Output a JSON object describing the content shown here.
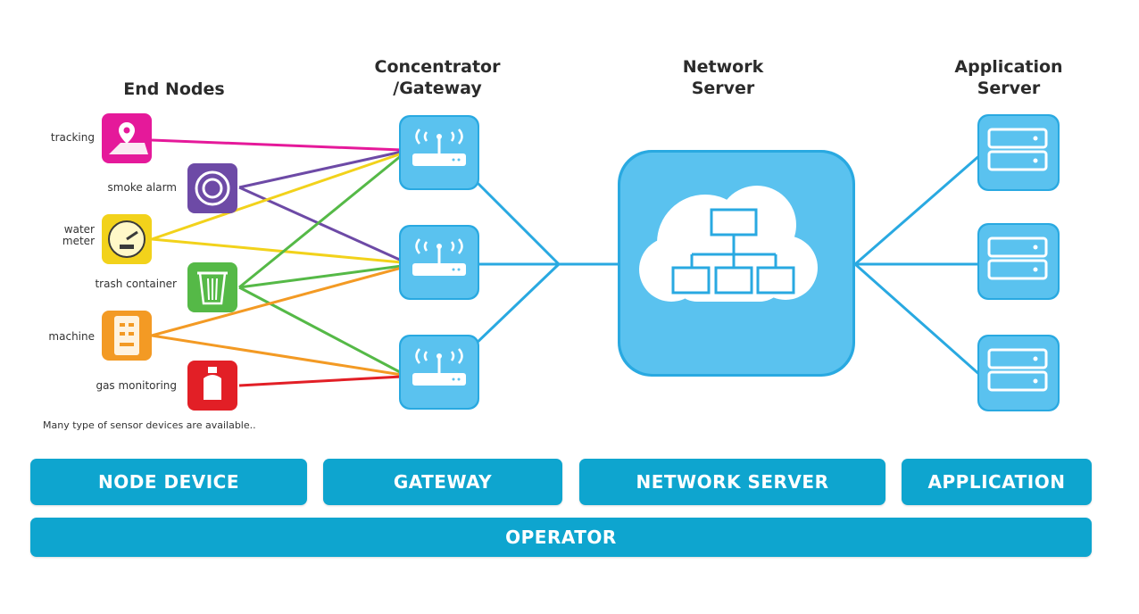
{
  "columns": {
    "end_nodes": "End Nodes",
    "gateway": "Concentrator\n/Gateway",
    "network_server": "Network\nServer",
    "application_server": "Application\nServer"
  },
  "end_nodes": [
    {
      "label": "tracking",
      "color": "#e5199a",
      "icon": "map-pin-icon"
    },
    {
      "label": "smoke alarm",
      "color": "#6d4aa6",
      "icon": "smoke-alarm-icon"
    },
    {
      "label": "water\nmeter",
      "color": "#f2d21b",
      "icon": "gauge-icon"
    },
    {
      "label": "trash container",
      "color": "#55b947",
      "icon": "trash-bin-icon"
    },
    {
      "label": "machine",
      "color": "#f39a24",
      "icon": "machine-icon"
    },
    {
      "label": "gas monitoring",
      "color": "#e21f26",
      "icon": "gas-cylinder-icon"
    }
  ],
  "caption": "Many type of sensor devices are available..",
  "bars": {
    "node_device": "NODE DEVICE",
    "gateway": "GATEWAY",
    "network_server": "NETWORK SERVER",
    "application": "APPLICATION",
    "operator": "OPERATOR"
  },
  "colors": {
    "device_blue": "#5ac2ef",
    "link_blue": "#29a9e1",
    "bar_blue": "#0ea5cf"
  }
}
